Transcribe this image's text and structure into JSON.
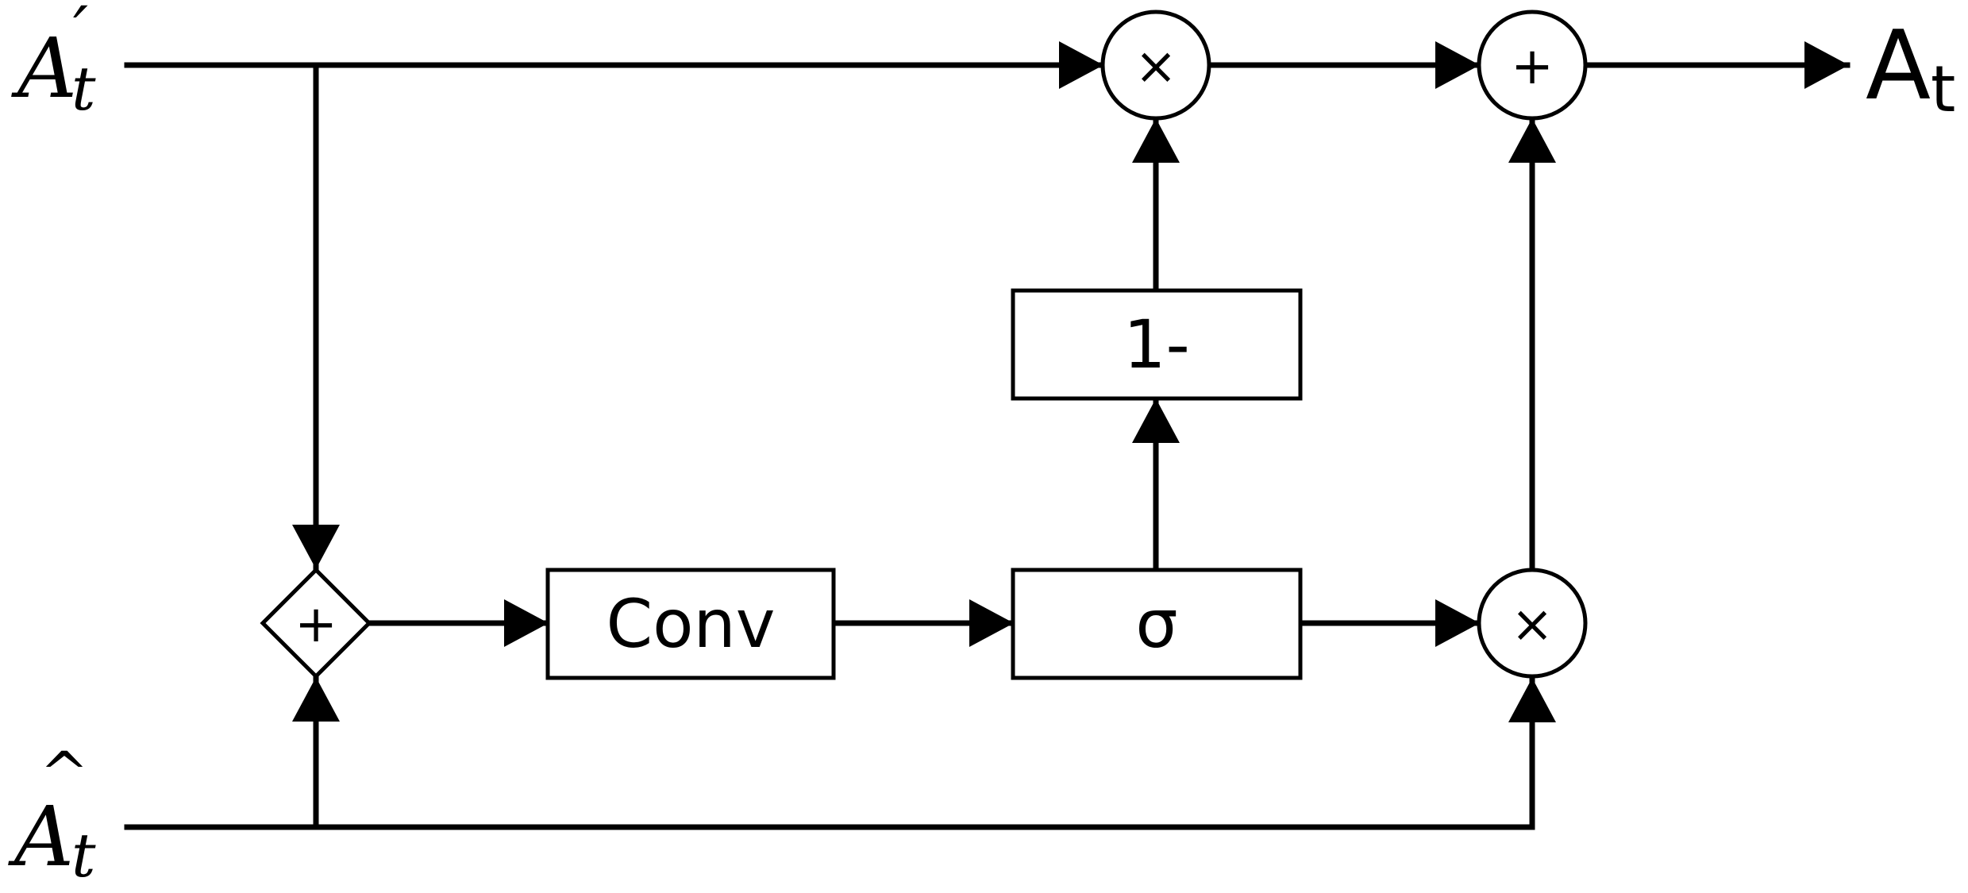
{
  "inputs": {
    "a_prime": {
      "base": "A",
      "prime": "′",
      "sub": "t"
    },
    "a_hat": {
      "base": "A",
      "hat": "^",
      "sub": "t"
    }
  },
  "output": {
    "base": "A",
    "sub": "t"
  },
  "blocks": {
    "conv": "Conv",
    "sigma": "σ",
    "one_minus": "1-"
  },
  "operators": {
    "add_diamond": "+",
    "mul_top": "×",
    "add_top": "+",
    "mul_bottom": "×"
  }
}
